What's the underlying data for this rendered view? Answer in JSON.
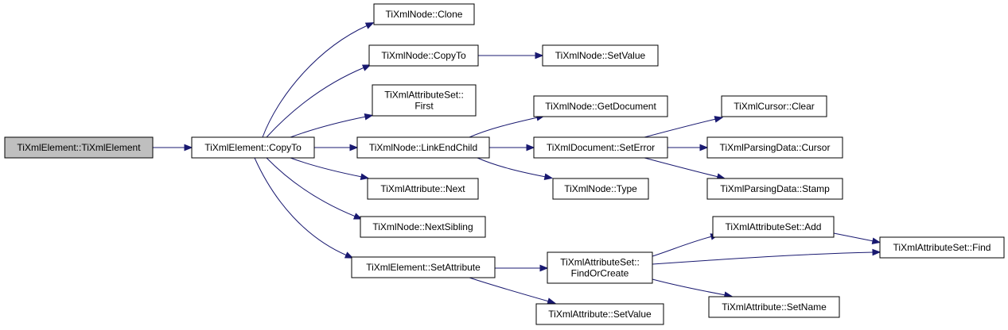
{
  "diagram": {
    "type": "call-graph",
    "colors": {
      "edge": "#191970",
      "root_fill": "#bfbfbf",
      "node_fill": "#ffffff",
      "node_border": "#000000"
    },
    "nodes": [
      {
        "id": "root",
        "lines": [
          "TiXmlElement::TiXmlElement"
        ],
        "root": true
      },
      {
        "id": "copyto",
        "lines": [
          "TiXmlElement::CopyTo"
        ]
      },
      {
        "id": "clone",
        "lines": [
          "TiXmlNode::Clone"
        ]
      },
      {
        "id": "nodecopyto",
        "lines": [
          "TiXmlNode::CopyTo"
        ]
      },
      {
        "id": "setvalue",
        "lines": [
          "TiXmlNode::SetValue"
        ]
      },
      {
        "id": "first",
        "lines": [
          "TiXmlAttributeSet::",
          "First"
        ]
      },
      {
        "id": "linkendchild",
        "lines": [
          "TiXmlNode::LinkEndChild"
        ]
      },
      {
        "id": "getdocument",
        "lines": [
          "TiXmlNode::GetDocument"
        ]
      },
      {
        "id": "seterror",
        "lines": [
          "TiXmlDocument::SetError"
        ]
      },
      {
        "id": "cursorclear",
        "lines": [
          "TiXmlCursor::Clear"
        ]
      },
      {
        "id": "pdcursor",
        "lines": [
          "TiXmlParsingData::Cursor"
        ]
      },
      {
        "id": "pdstamp",
        "lines": [
          "TiXmlParsingData::Stamp"
        ]
      },
      {
        "id": "type",
        "lines": [
          "TiXmlNode::Type"
        ]
      },
      {
        "id": "attrnext",
        "lines": [
          "TiXmlAttribute::Next"
        ]
      },
      {
        "id": "nextsibling",
        "lines": [
          "TiXmlNode::NextSibling"
        ]
      },
      {
        "id": "setattribute",
        "lines": [
          "TiXmlElement::SetAttribute"
        ]
      },
      {
        "id": "findorcreate",
        "lines": [
          "TiXmlAttributeSet::",
          "FindOrCreate"
        ]
      },
      {
        "id": "attrsetadd",
        "lines": [
          "TiXmlAttributeSet::Add"
        ]
      },
      {
        "id": "attrsetfind",
        "lines": [
          "TiXmlAttributeSet::Find"
        ]
      },
      {
        "id": "attrsetname",
        "lines": [
          "TiXmlAttribute::SetName"
        ]
      },
      {
        "id": "attrsetvalue",
        "lines": [
          "TiXmlAttribute::SetValue"
        ]
      }
    ],
    "edges": [
      [
        "root",
        "copyto"
      ],
      [
        "copyto",
        "clone"
      ],
      [
        "copyto",
        "nodecopyto"
      ],
      [
        "copyto",
        "first"
      ],
      [
        "copyto",
        "linkendchild"
      ],
      [
        "copyto",
        "attrnext"
      ],
      [
        "copyto",
        "nextsibling"
      ],
      [
        "copyto",
        "setattribute"
      ],
      [
        "nodecopyto",
        "setvalue"
      ],
      [
        "linkendchild",
        "getdocument"
      ],
      [
        "linkendchild",
        "seterror"
      ],
      [
        "linkendchild",
        "type"
      ],
      [
        "seterror",
        "cursorclear"
      ],
      [
        "seterror",
        "pdcursor"
      ],
      [
        "seterror",
        "pdstamp"
      ],
      [
        "setattribute",
        "findorcreate"
      ],
      [
        "setattribute",
        "attrsetvalue"
      ],
      [
        "findorcreate",
        "attrsetadd"
      ],
      [
        "findorcreate",
        "attrsetfind"
      ],
      [
        "findorcreate",
        "attrsetname"
      ],
      [
        "attrsetadd",
        "attrsetfind"
      ]
    ]
  }
}
